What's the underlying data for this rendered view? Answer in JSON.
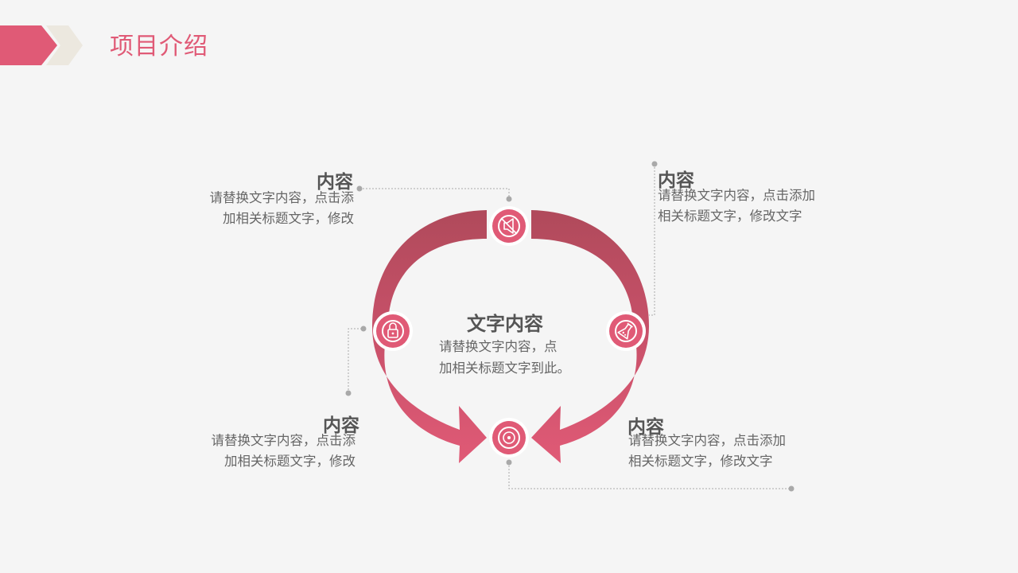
{
  "header": {
    "title": "项目介绍"
  },
  "colors": {
    "accent": "#e05a76",
    "dark_accent": "#b04a5b",
    "chevron_light": "#ece8df",
    "connector": "#a9a9a9"
  },
  "center": {
    "title": "文字内容",
    "lines": [
      "请替换文字内容，点",
      "加相关标题文字到此。"
    ]
  },
  "items": [
    {
      "position": "top-left",
      "icon": "megaphone-icon",
      "title": "内容",
      "lines": [
        "请替换文字内容，点击添",
        "加相关标题文字，修改"
      ]
    },
    {
      "position": "top-right",
      "icon": "flask-icon",
      "title": "内容",
      "lines": [
        "请替换文字内容，点击添加",
        "相关标题文字，修改文字"
      ]
    },
    {
      "position": "bottom-left",
      "icon": "lock-icon",
      "title": "内容",
      "lines": [
        "请替换文字内容，点击添",
        "加相关标题文字，修改"
      ]
    },
    {
      "position": "bottom-right",
      "icon": "disc-icon",
      "title": "内容",
      "lines": [
        "请替换文字内容，点击添加",
        "相关标题文字，修改文字"
      ]
    }
  ]
}
